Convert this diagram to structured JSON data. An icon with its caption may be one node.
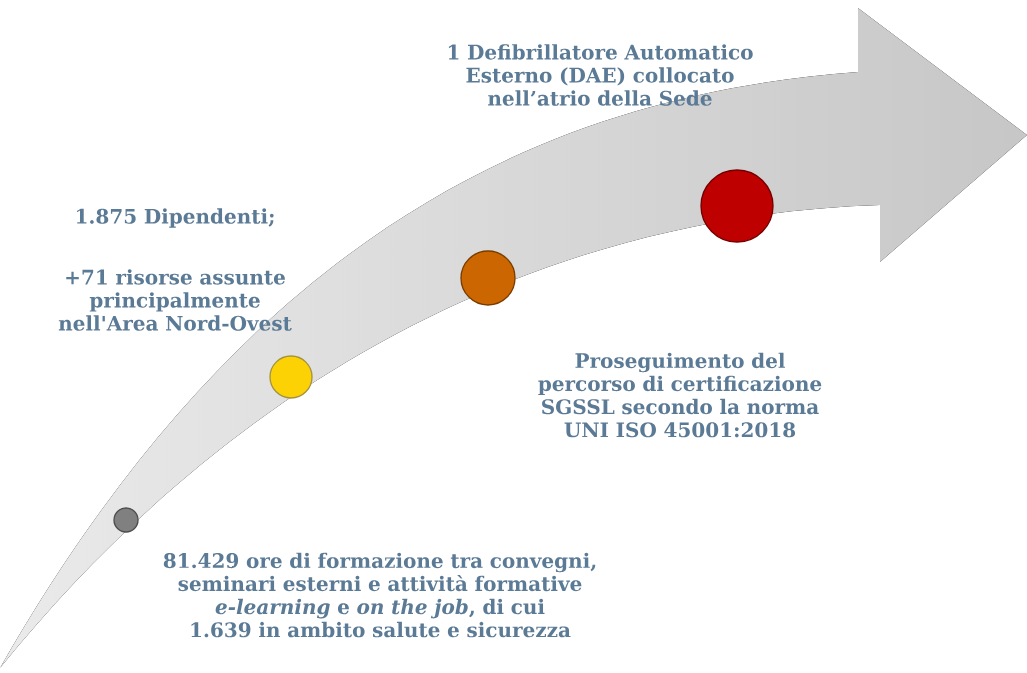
{
  "diagram": {
    "nodes": [
      {
        "text": [],
        "shape": "circle",
        "beside": [
          "81.429 ore di formazione tra convegni, seminari esterni e attività formative *e-learning* e *on the job*, di cui 1.639 in ambito salute e sicurezza"
        ]
      },
      {
        "text": [],
        "shape": "circle",
        "beside": [
          "1.875 Dipendenti;",
          "+71 risorse assunte principalmente nell'Area Nord-Ovest"
        ]
      },
      {
        "text": [],
        "shape": "circle",
        "beside": [
          "Proseguimento del percorso di certificazione SGSSL secondo la norma UNI ISO 45001:2018"
        ]
      },
      {
        "text": [],
        "shape": "circle",
        "beside": [
          "1 Defibrillatore Automatico Esterno (DAE) collocato nell’atrio della Sede"
        ]
      }
    ]
  }
}
